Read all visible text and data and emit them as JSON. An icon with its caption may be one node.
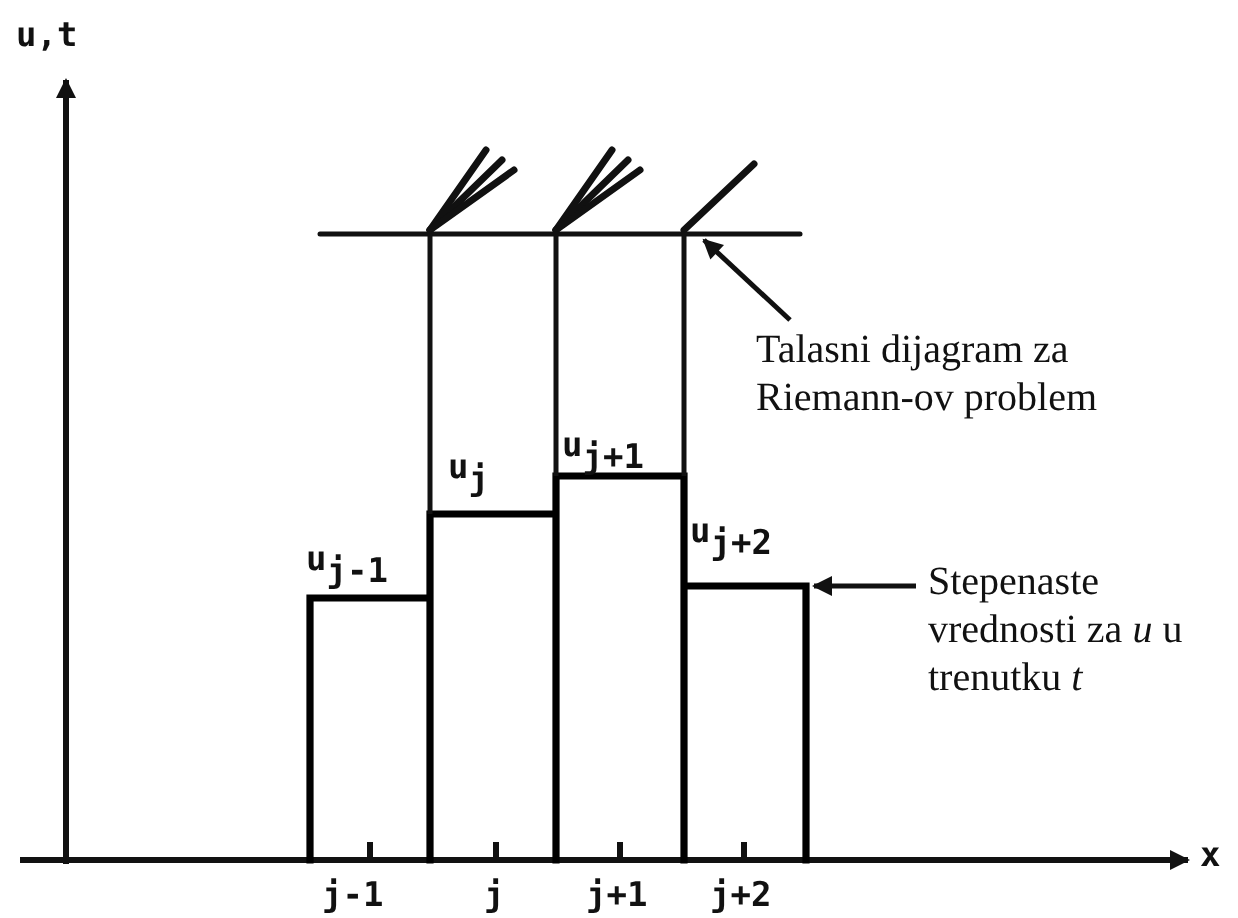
{
  "diagram": {
    "nodes": [
      {
        "text": [
          "Talasni dijagram za Riemann-ov problem"
        ]
      },
      {
        "text": [],
        "shape": "line"
      },
      {
        "text": [
          "Stepenaste vrednosti za *u* u trenutku *t*"
        ]
      },
      {
        "text": [],
        "shape": "bar"
      }
    ],
    "edges": [
      {
        "from": 0,
        "to": 1,
        "arrow": "to"
      },
      {
        "from": 2,
        "to": 3,
        "arrow": "to"
      },
      {
        "from": 1,
        "to": 3,
        "arrow": "none"
      },
      {
        "from": 1,
        "to": 3,
        "arrow": "none"
      },
      {
        "from": 1,
        "to": 3,
        "arrow": "none"
      }
    ],
    "labels": [
      "u,t",
      "u$_{j+1}$",
      "u$_{j}$",
      "u$_{j-1}$",
      "u$_{j+2}$",
      "x",
      "j-1",
      "j",
      "j+1",
      "j+2"
    ]
  }
}
